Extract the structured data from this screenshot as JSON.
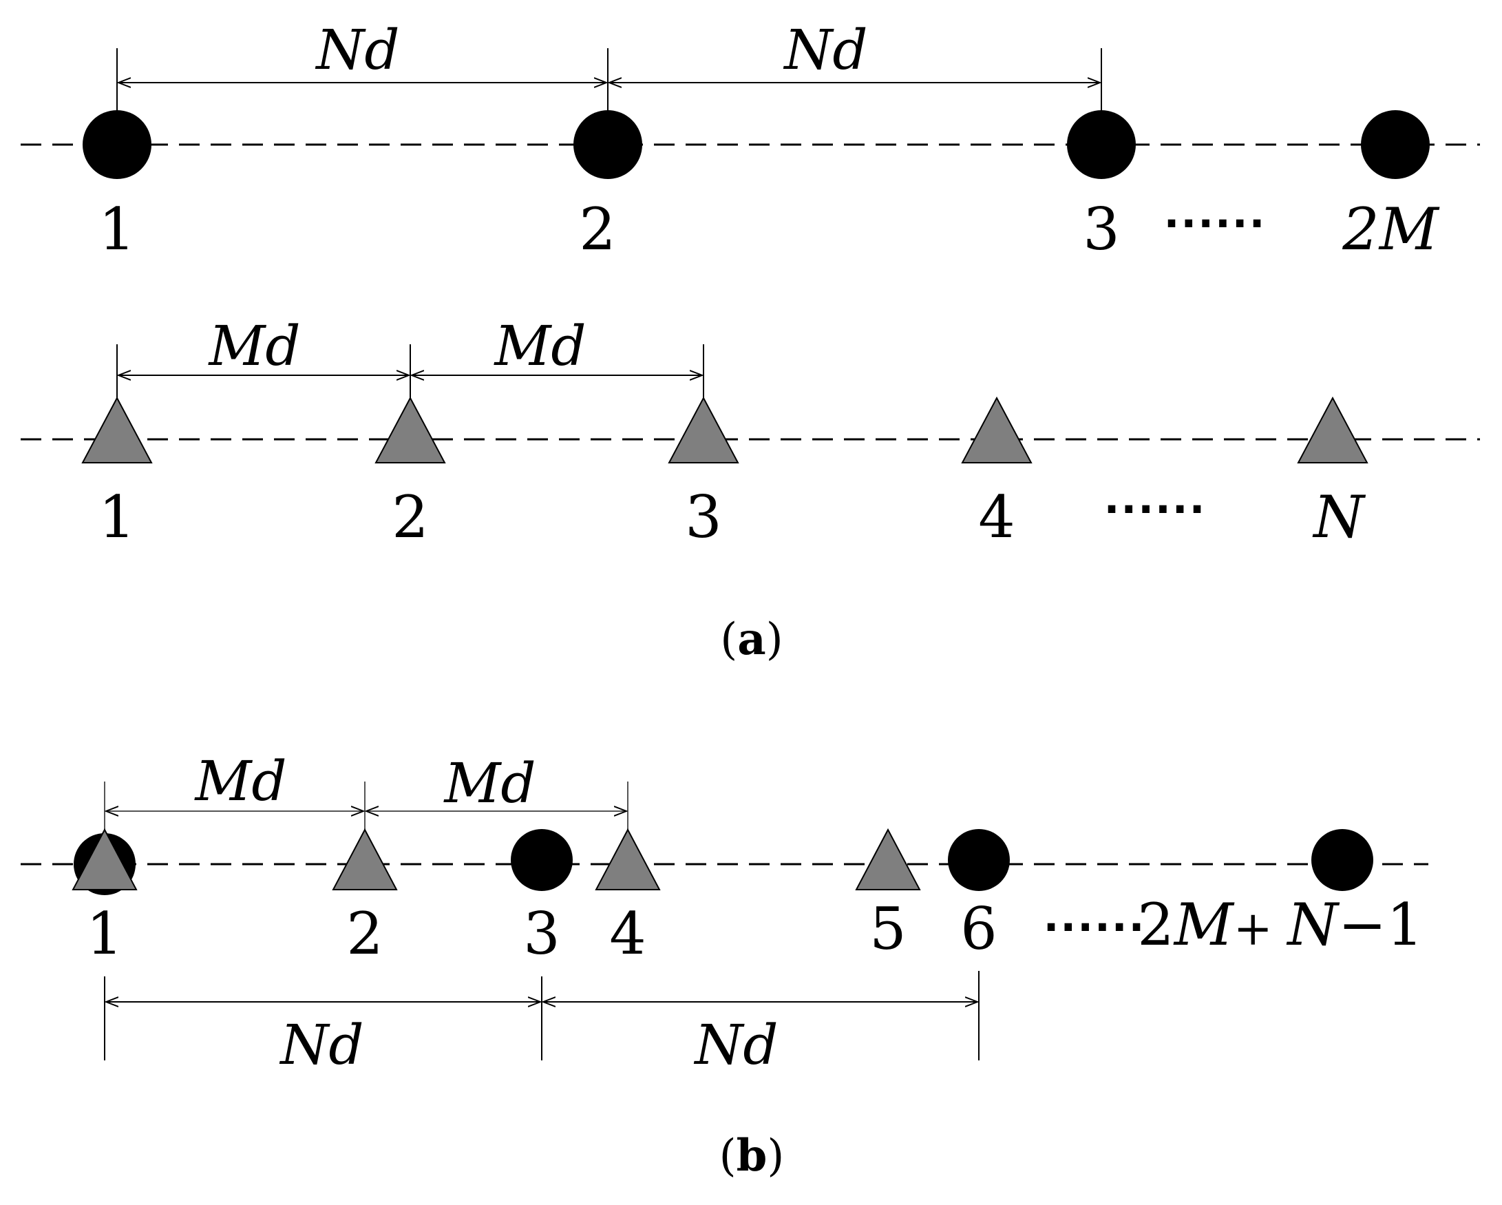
{
  "panel_a": {
    "caption_open": "(",
    "caption_letter": "a",
    "caption_close": ")",
    "top_dim_label_1": "Nd",
    "top_dim_label_2": "Nd",
    "top_labels": [
      "1",
      "2",
      "3",
      "2M"
    ],
    "top_ellipsis": "......",
    "bottom_dim_label_1": "Md",
    "bottom_dim_label_2": "Md",
    "bottom_labels": [
      "1",
      "2",
      "3",
      "4",
      "N"
    ],
    "bottom_ellipsis": "......"
  },
  "panel_b": {
    "caption_open": "(",
    "caption_letter": "b",
    "caption_close": ")",
    "upper_dim_label_1": "Md",
    "upper_dim_label_2": "Md",
    "lower_dim_label_1": "Nd",
    "lower_dim_label_2": "Nd",
    "labels": [
      "1",
      "2",
      "3",
      "4",
      "5",
      "6"
    ],
    "last_label_prefix": "2",
    "last_label_m": "M",
    "last_label_plus": "+ ",
    "last_label_n": "N",
    "last_label_suffix": "−1",
    "ellipsis": "......"
  },
  "colors": {
    "circle": "#000000",
    "triangle_fill": "#7f7f7f",
    "line": "#000000"
  }
}
